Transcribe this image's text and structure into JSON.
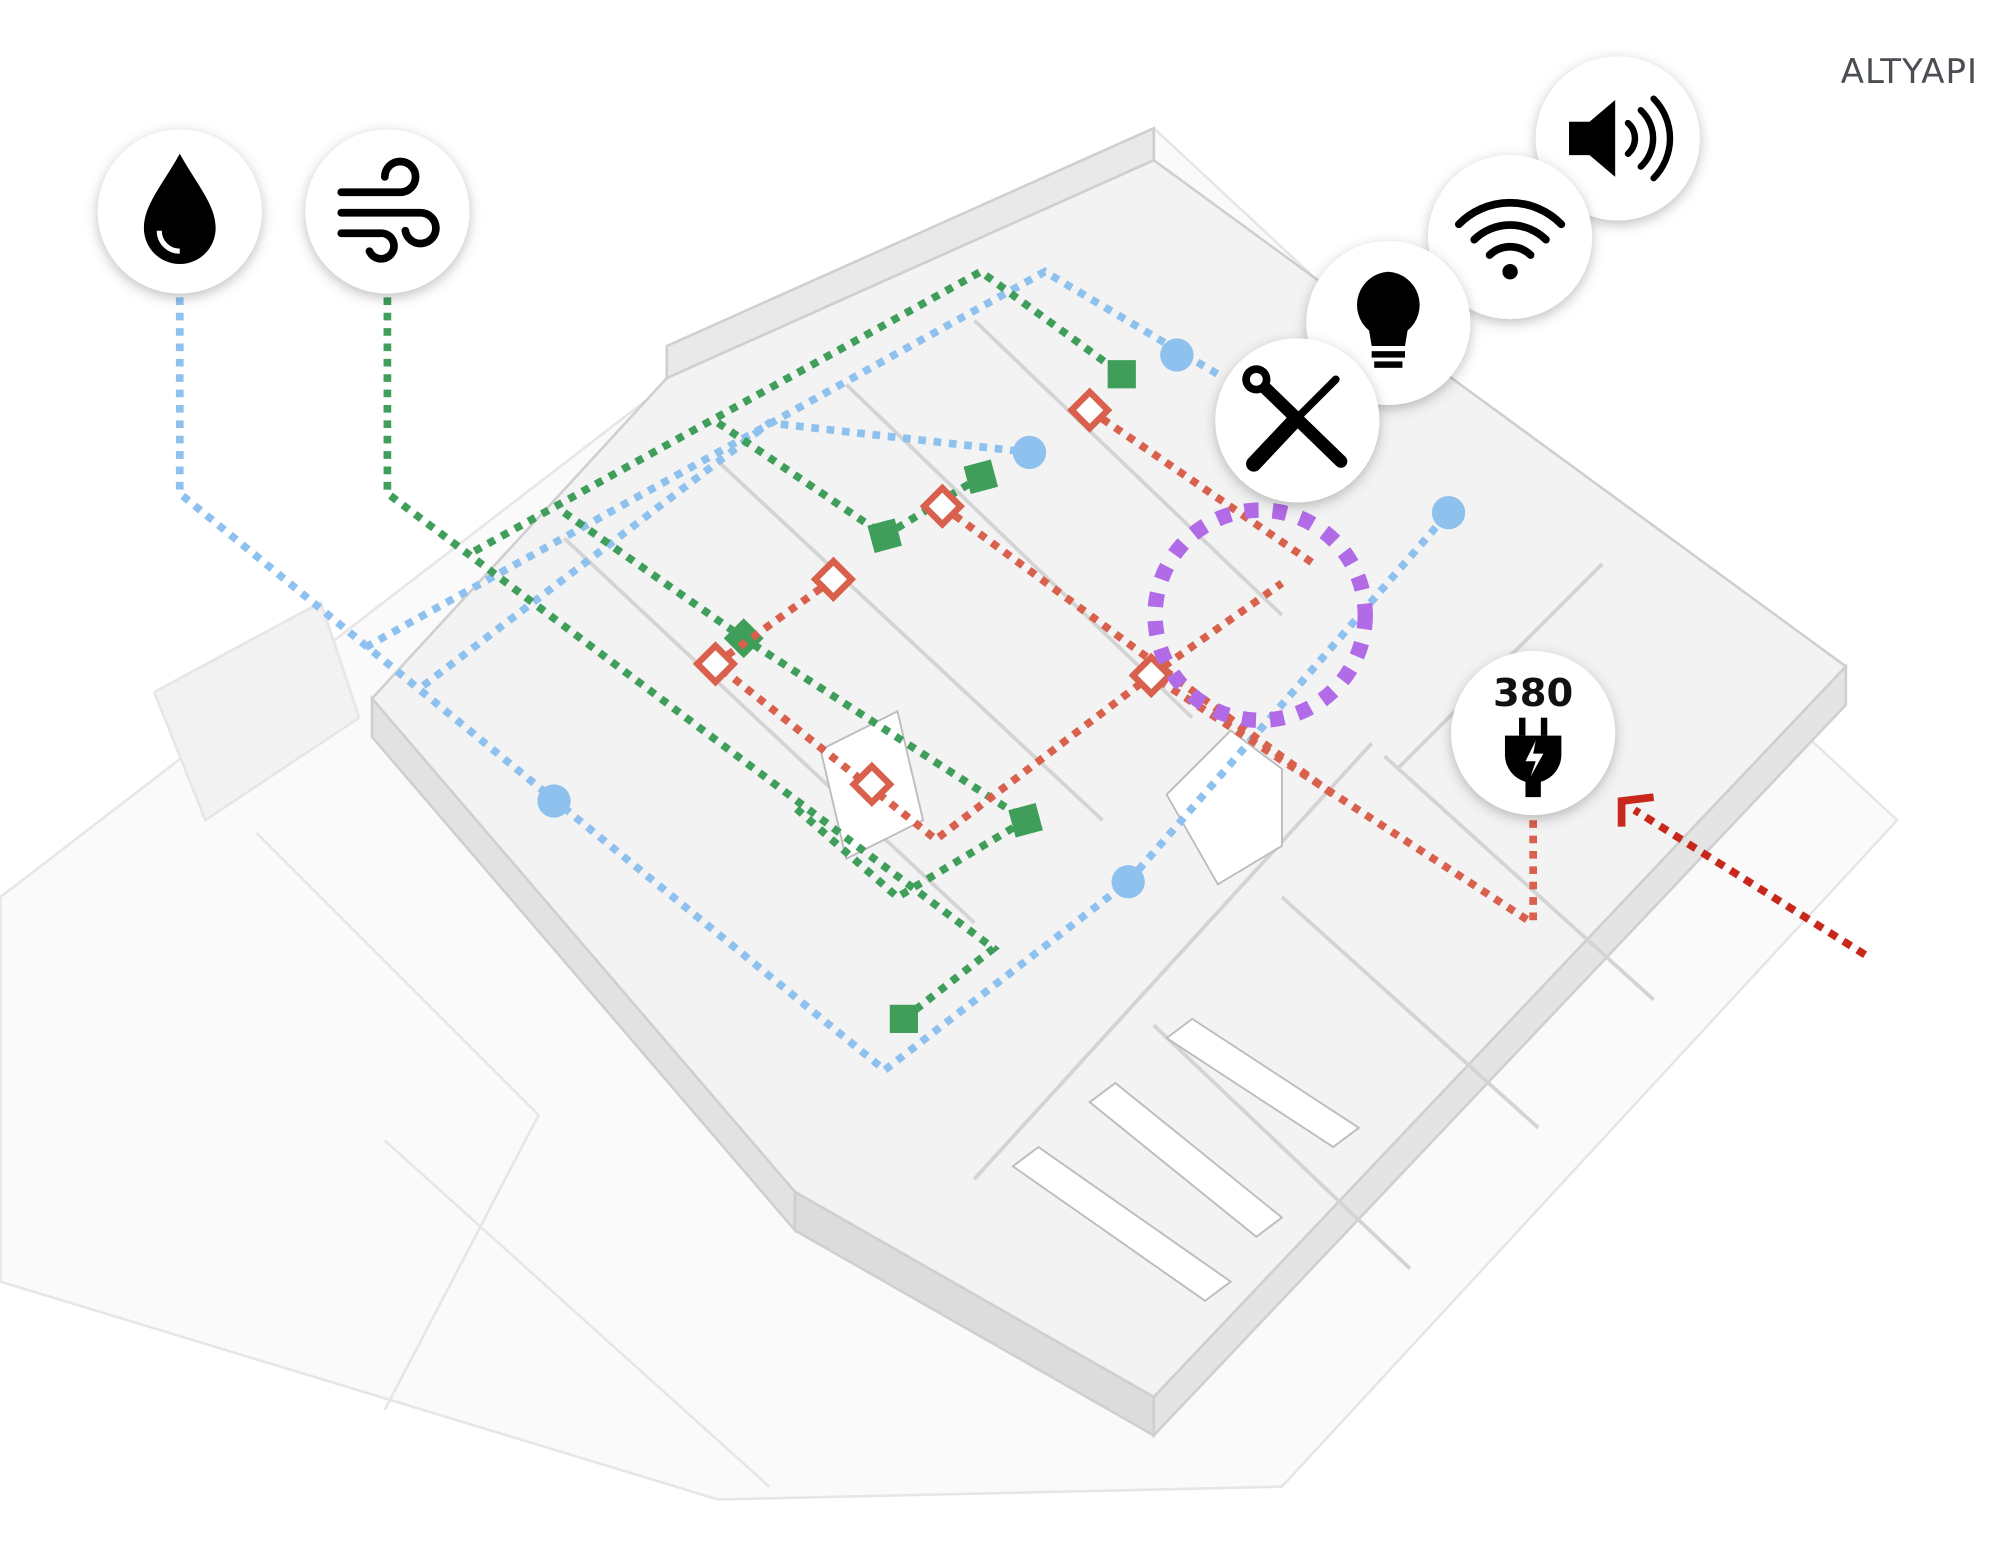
{
  "title": "ALTYAPI",
  "icons": [
    {
      "name": "water-drop-icon",
      "meaning": "water"
    },
    {
      "name": "wind-icon",
      "meaning": "ventilation"
    },
    {
      "name": "speaker-icon",
      "meaning": "sound"
    },
    {
      "name": "wifi-icon",
      "meaning": "network"
    },
    {
      "name": "light-bulb-icon",
      "meaning": "lighting"
    },
    {
      "name": "tools-icon",
      "meaning": "maintenance"
    },
    {
      "name": "power-plug-icon",
      "meaning": "electric"
    }
  ],
  "power_label": "380",
  "colors": {
    "water": "#8fc1ef",
    "ventilation": "#3f9e5a",
    "electric": "#d9604c",
    "maintenance": "#b26be6",
    "feed_arrow": "#c8281c",
    "text": "#4a4d52"
  }
}
